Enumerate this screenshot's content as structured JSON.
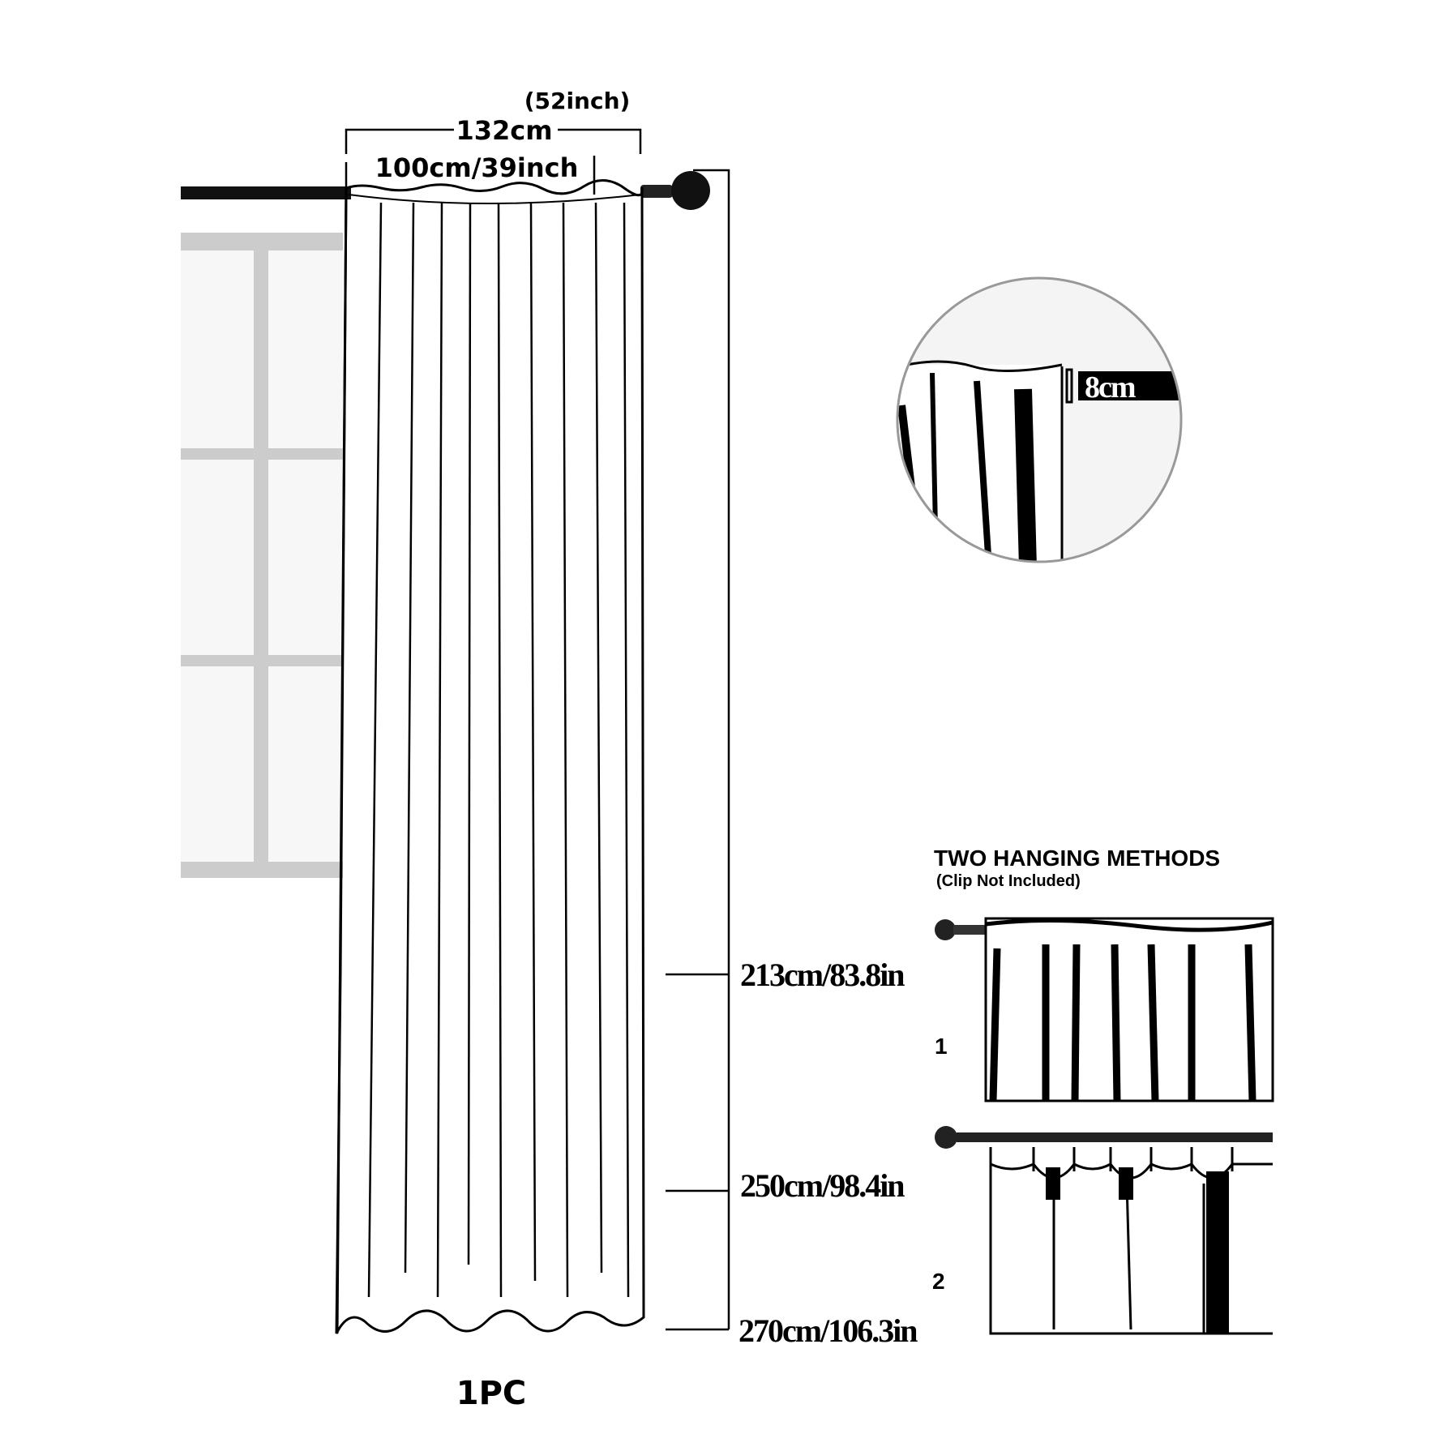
{
  "width_label_inch": "(52inch)",
  "width_label_cm": "132cm",
  "rod_pocket_width": "100cm/39inch",
  "rod_pocket_detail": "8cm",
  "lengths": [
    "213cm/83.8in",
    "250cm/98.4in",
    "270cm/106.3in"
  ],
  "quantity": "1PC",
  "hanging": {
    "title": "TWO HANGING METHODS",
    "subtitle": "(Clip Not Included)",
    "method_1": "1",
    "method_2": "2"
  },
  "colors": {
    "ink": "#000000",
    "window_frame": "#cccccc",
    "circle_border": "#999999"
  }
}
